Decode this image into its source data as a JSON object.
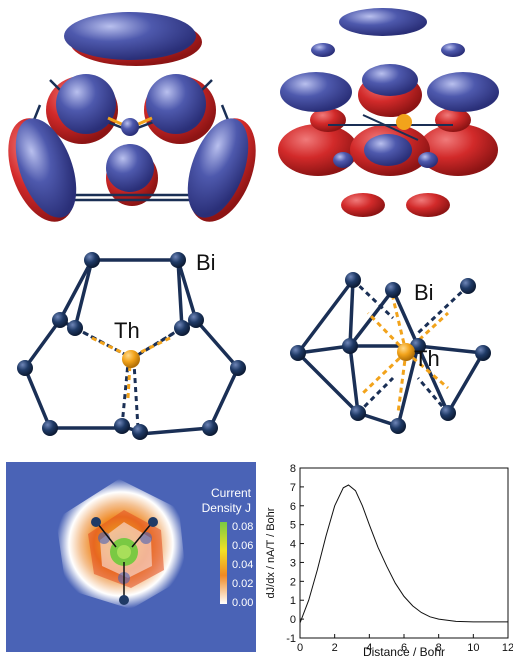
{
  "structure_labels": {
    "bi_left": "Bi",
    "th_left": "Th",
    "bi_right": "Bi",
    "th_right": "Th"
  },
  "density_map": {
    "legend_title_line1": "Current",
    "legend_title_line2": "Density J",
    "legend_ticks": [
      "0.08",
      "0.06",
      "0.04",
      "0.02",
      "0.00"
    ],
    "colors": {
      "background": "#4a63b6",
      "low": "#ffffff",
      "mid": "#f08a24",
      "high": "#7ac943"
    }
  },
  "colors": {
    "bi_atom": "#1f3a66",
    "th_atom": "#f2a31b",
    "orbital_blue": "#4a55a8",
    "orbital_red": "#d22a2a",
    "bond": "#1a2f55"
  },
  "chart_data": {
    "type": "line",
    "title": "",
    "xlabel": "Distance / Bohr",
    "ylabel": "dJ/dx / nA/T / Bohr",
    "xlim": [
      0,
      12
    ],
    "ylim": [
      -1,
      8
    ],
    "xticks": [
      0,
      2,
      4,
      6,
      8,
      10,
      12
    ],
    "yticks": [
      -1,
      0,
      1,
      2,
      3,
      4,
      5,
      6,
      7,
      8
    ],
    "xtick_labels": [
      "0",
      "2",
      "4",
      "6",
      "8",
      "10",
      "12"
    ],
    "ytick_labels": [
      "-1",
      "0",
      "1",
      "2",
      "3",
      "4",
      "5",
      "6",
      "7",
      "8"
    ],
    "grid": false,
    "series": [
      {
        "x": [
          0,
          0.5,
          1.0,
          1.5,
          2.0,
          2.5,
          2.8,
          3.2,
          3.6,
          4.0,
          4.5,
          5.0,
          5.5,
          6.0,
          6.5,
          7.0,
          7.5,
          8.0,
          9.0,
          10.0,
          11.0,
          12.0
        ],
        "y": [
          -0.2,
          1.0,
          2.6,
          4.4,
          6.0,
          6.95,
          7.1,
          6.8,
          6.0,
          5.0,
          3.8,
          2.8,
          1.9,
          1.2,
          0.7,
          0.35,
          0.12,
          0.0,
          -0.12,
          -0.15,
          -0.15,
          -0.15
        ]
      }
    ]
  }
}
